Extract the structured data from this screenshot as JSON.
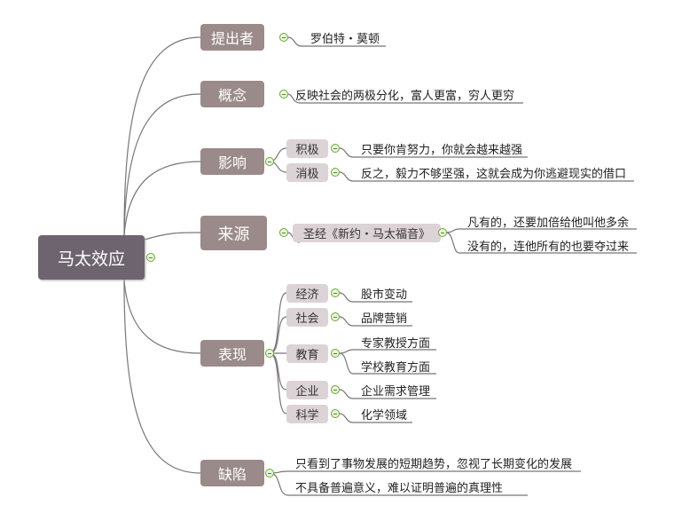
{
  "root": {
    "label": "马太效应"
  },
  "branches": {
    "proposer": {
      "label": "提出者",
      "leaf": "罗伯特・莫顿"
    },
    "concept": {
      "label": "概念",
      "leaf": "反映社会的两极分化，富人更富，穷人更穷"
    },
    "influence": {
      "label": "影响",
      "positive": {
        "label": "积极",
        "leaf": "只要你肯努力，你就会越来越强"
      },
      "negative": {
        "label": "消极",
        "leaf": "反之，毅力不够坚强，这就会成为你逃避现实的借口"
      }
    },
    "source": {
      "label": "来源",
      "sub": "圣经《新约・马太福音》",
      "leaves": [
        "凡有的，还要加倍给他叫他多余",
        "没有的，连他所有的也要夺过来"
      ]
    },
    "manifestation": {
      "label": "表现",
      "subs": [
        {
          "label": "经济",
          "leaves": [
            "股市变动"
          ]
        },
        {
          "label": "社会",
          "leaves": [
            "品牌营销"
          ]
        },
        {
          "label": "教育",
          "leaves": [
            "专家教授方面",
            "学校教育方面"
          ]
        },
        {
          "label": "企业",
          "leaves": [
            "企业需求管理"
          ]
        },
        {
          "label": "科学",
          "leaves": [
            "化学领域"
          ]
        }
      ]
    },
    "defect": {
      "label": "缺陷",
      "leaves": [
        "只看到了事物发展的短期趋势，忽视了长期变化的发展",
        "不具备普遍意义，难以证明普遍的真理性"
      ]
    }
  },
  "colors": {
    "root": "#6e6470",
    "main": "#9a8a8a",
    "sub": "#dcd3d6",
    "line": "#777777",
    "toggle": "#6aa72e"
  }
}
